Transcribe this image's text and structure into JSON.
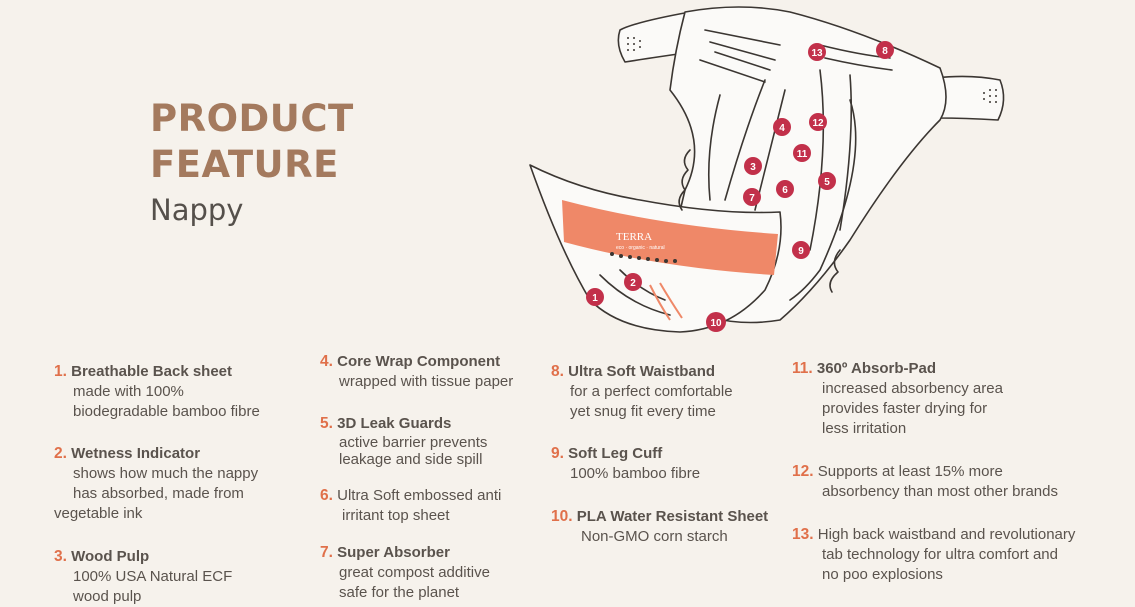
{
  "title": {
    "line1": "PRODUCT",
    "line2": "FEATURE",
    "subtitle": "Nappy"
  },
  "brand": {
    "name": "TERRA",
    "tagline": "eco · organic · natural"
  },
  "markers": [
    "1",
    "2",
    "3",
    "4",
    "5",
    "6",
    "7",
    "8",
    "9",
    "10",
    "11",
    "12",
    "13"
  ],
  "colors": {
    "accent": "#e0704a",
    "heading": "#a47a5e",
    "marker": "#c2304a",
    "band": "#ef8868"
  },
  "features": [
    {
      "num": "1.",
      "name": "Breathable Back sheet",
      "lines": [
        "made with 100%",
        "biodegradable bamboo fibre"
      ]
    },
    {
      "num": "2.",
      "name": "Wetness Indicator",
      "lines": [
        "shows how much the nappy",
        "has absorbed, made  from",
        "vegetable ink"
      ]
    },
    {
      "num": "3.",
      "name": "Wood Pulp",
      "lines": [
        "100% USA Natural ECF",
        "wood pulp"
      ]
    },
    {
      "num": "4.",
      "name": "Core Wrap Component",
      "lines": [
        "wrapped with tissue paper"
      ]
    },
    {
      "num": "5.",
      "name": "3D Leak Guards",
      "lines": [
        "active barrier prevents",
        "leakage and side spill"
      ]
    },
    {
      "num": "6.",
      "name": "",
      "lines": [
        "Ultra Soft embossed anti",
        "irritant top sheet"
      ]
    },
    {
      "num": "7.",
      "name": "Super Absorber",
      "lines": [
        "great compost additive",
        "safe for the planet"
      ]
    },
    {
      "num": "8.",
      "name": "Ultra Soft Waistband",
      "lines": [
        "for a perfect comfortable",
        "yet snug fit every time"
      ]
    },
    {
      "num": "9.",
      "name": "Soft Leg Cuff",
      "lines": [
        "100% bamboo fibre"
      ]
    },
    {
      "num": "10.",
      "name": "PLA Water Resistant Sheet",
      "lines": [
        "Non-GMO corn starch"
      ]
    },
    {
      "num": "11.",
      "name": "360º Absorb-Pad",
      "lines": [
        "increased absorbency area",
        "provides faster drying for",
        "less irritation"
      ]
    },
    {
      "num": "12.",
      "name": "",
      "lines": [
        "Supports at least 15% more",
        "absorbency than most other brands"
      ]
    },
    {
      "num": "13.",
      "name": "",
      "lines": [
        "High back waistband and revolutionary",
        "tab technology for ultra comfort and",
        "no poo explosions"
      ]
    }
  ]
}
